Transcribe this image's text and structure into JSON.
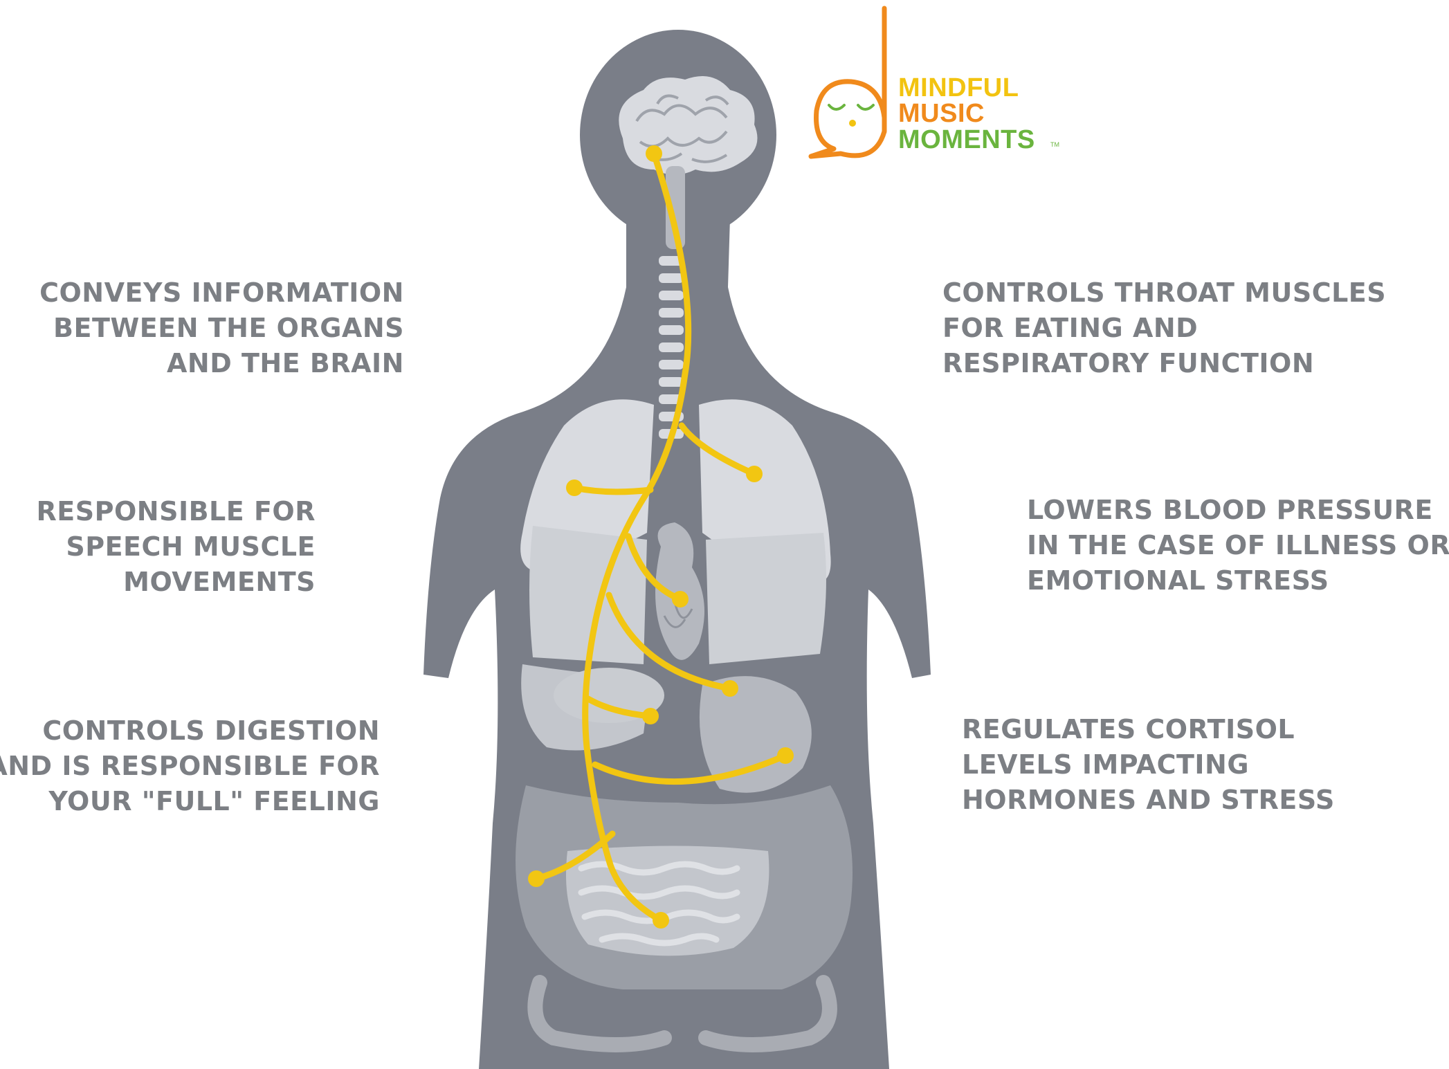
{
  "labels": {
    "left": [
      [
        "CONVEYS INFORMATION",
        "BETWEEN THE ORGANS",
        "AND THE BRAIN"
      ],
      [
        "RESPONSIBLE FOR",
        "SPEECH MUSCLE",
        "MOVEMENTS"
      ],
      [
        "CONTROLS DIGESTION",
        "AND IS RESPONSIBLE FOR",
        "YOUR \"FULL\" FEELING"
      ]
    ],
    "right": [
      [
        "CONTROLS THROAT MUSCLES",
        "FOR EATING AND",
        "RESPIRATORY FUNCTION"
      ],
      [
        "LOWERS BLOOD PRESSURE",
        "IN THE CASE OF ILLNESS OR",
        "EMOTIONAL STRESS"
      ],
      [
        "REGULATES CORTISOL",
        "LEVELS IMPACTING",
        "HORMONES AND STRESS"
      ]
    ]
  },
  "logo": {
    "line1": "MINDFUL",
    "line2": "MUSIC",
    "line3": "MOMENTS",
    "trademark": "TM"
  },
  "colors": {
    "label_text": "#7c7f84",
    "body": "#7a7e88",
    "organ_light": "#d9dbe0",
    "organ_mid": "#b5b8bf",
    "nerve": "#f2c612",
    "logo_yellow": "#f2c310",
    "logo_orange": "#f08a1c",
    "logo_green": "#6ab43e"
  },
  "icons": {
    "logo_mark": "sleeping-face-music-note-speech-bubble-icon"
  }
}
